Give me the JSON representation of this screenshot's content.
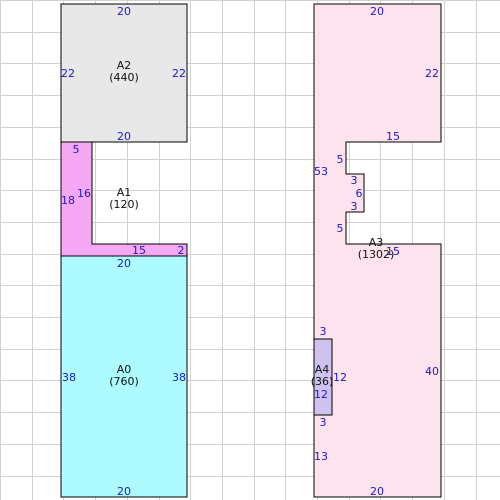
{
  "colors": {
    "grid": "#d2d2d2",
    "stroke": "#000000",
    "dimension_text": "#1a1acc",
    "label_text": "#111111",
    "A0": "#aefbff",
    "A1": "#f6a8f4",
    "A2": "#e8e8e8",
    "A3": "#fde3ee",
    "A4": "#cfc2ef"
  },
  "areas": [
    {
      "id": "A0",
      "name": "A0",
      "area": "(760)",
      "dims": [
        "20",
        "38",
        "38",
        "20"
      ]
    },
    {
      "id": "A1",
      "name": "A1",
      "area": "(120)",
      "dims": [
        "5",
        "18",
        "16",
        "15",
        "2"
      ]
    },
    {
      "id": "A2",
      "name": "A2",
      "area": "(440)",
      "dims": [
        "20",
        "22",
        "22",
        "20"
      ]
    },
    {
      "id": "A3",
      "name": "A3",
      "area": "(1302)",
      "dims": [
        "20",
        "22",
        "15",
        "5",
        "53",
        "3",
        "6",
        "3",
        "5",
        "15",
        "40",
        "3",
        "3",
        "13",
        "20"
      ]
    },
    {
      "id": "A4",
      "name": "A4",
      "area": "(36)",
      "dims": [
        "12",
        "12"
      ]
    }
  ]
}
